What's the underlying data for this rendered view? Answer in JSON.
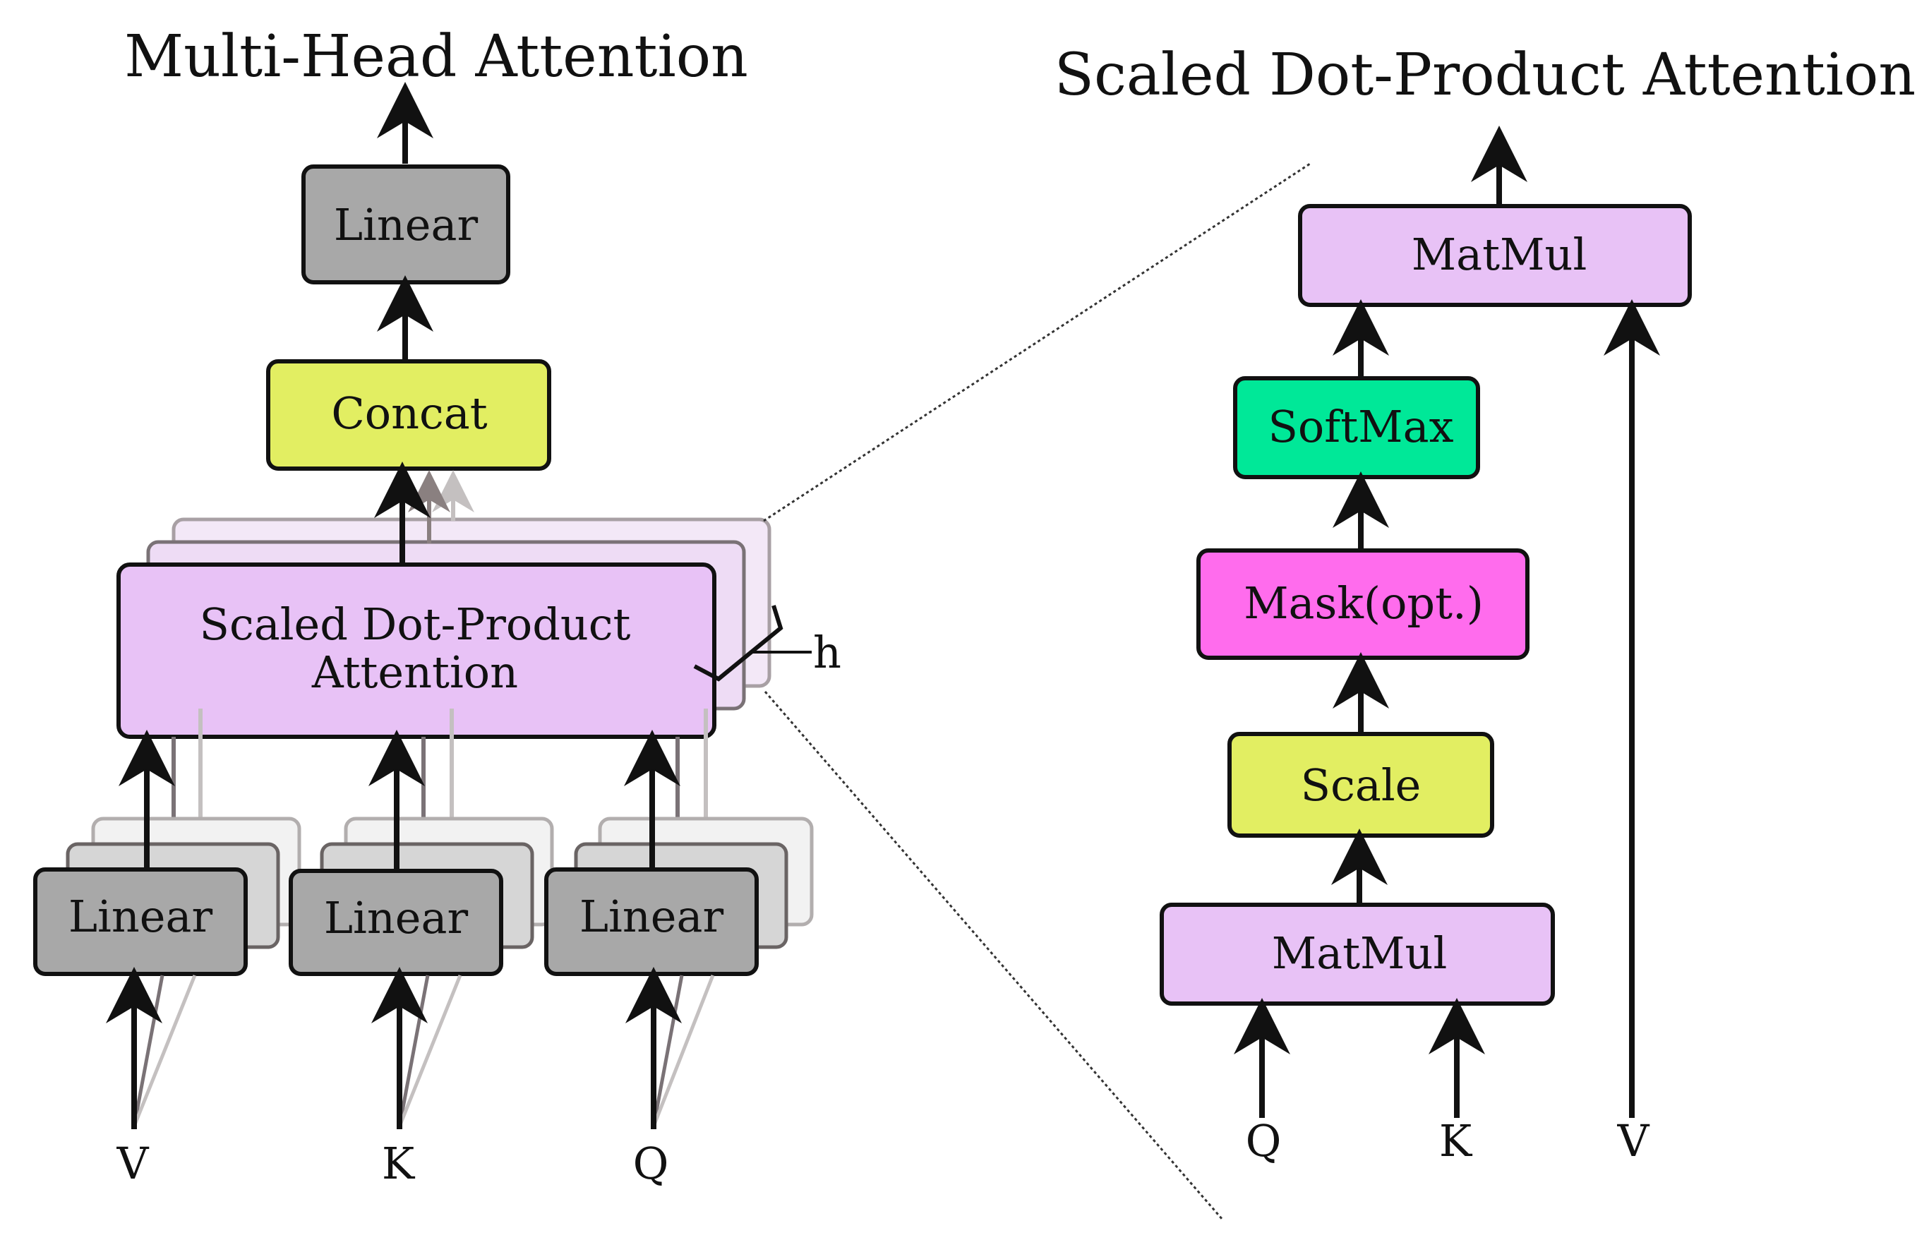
{
  "left": {
    "title": "Multi-Head Attention",
    "output_linear": "Linear",
    "concat": "Concat",
    "attention_line1": "Scaled Dot-Product",
    "attention_line2": "Attention",
    "heads_label": "h",
    "linears": [
      "Linear",
      "Linear",
      "Linear"
    ],
    "inputs": [
      "V",
      "K",
      "Q"
    ]
  },
  "right": {
    "title": "Scaled Dot-Product Attention",
    "matmul_top": "MatMul",
    "softmax": "SoftMax",
    "mask": "Mask(opt.)",
    "scale": "Scale",
    "matmul_bottom": "MatMul",
    "inputs": [
      "Q",
      "K",
      "V"
    ]
  },
  "colors": {
    "linear": "#a8a8a8",
    "concat": "#e2ee62",
    "attention": "#e8c2f6",
    "softmax": "#00e898",
    "mask": "#ff6ced",
    "scale": "#e2ee62",
    "matmul": "#e8c2f6"
  }
}
